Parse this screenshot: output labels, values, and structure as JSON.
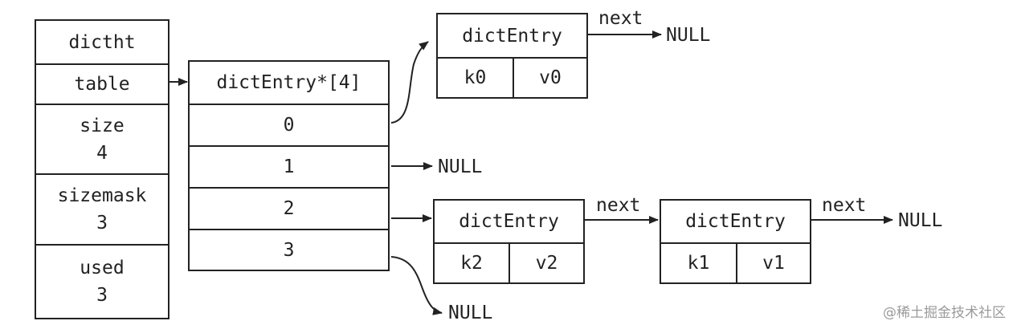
{
  "dictht": {
    "title": "dictht",
    "table": "table",
    "size_label": "size",
    "size_value": "4",
    "sizemask_label": "sizemask",
    "sizemask_value": "3",
    "used_label": "used",
    "used_value": "3"
  },
  "table_array": {
    "header": "dictEntry*[4]",
    "slots": [
      "0",
      "1",
      "2",
      "3"
    ]
  },
  "entry_k0": {
    "title": "dictEntry",
    "key": "k0",
    "value": "v0"
  },
  "entry_k2": {
    "title": "dictEntry",
    "key": "k2",
    "value": "v2"
  },
  "entry_k1": {
    "title": "dictEntry",
    "key": "k1",
    "value": "v1"
  },
  "labels": {
    "next": "next",
    "null": "NULL"
  },
  "watermark": "@稀土掘金技术社区"
}
